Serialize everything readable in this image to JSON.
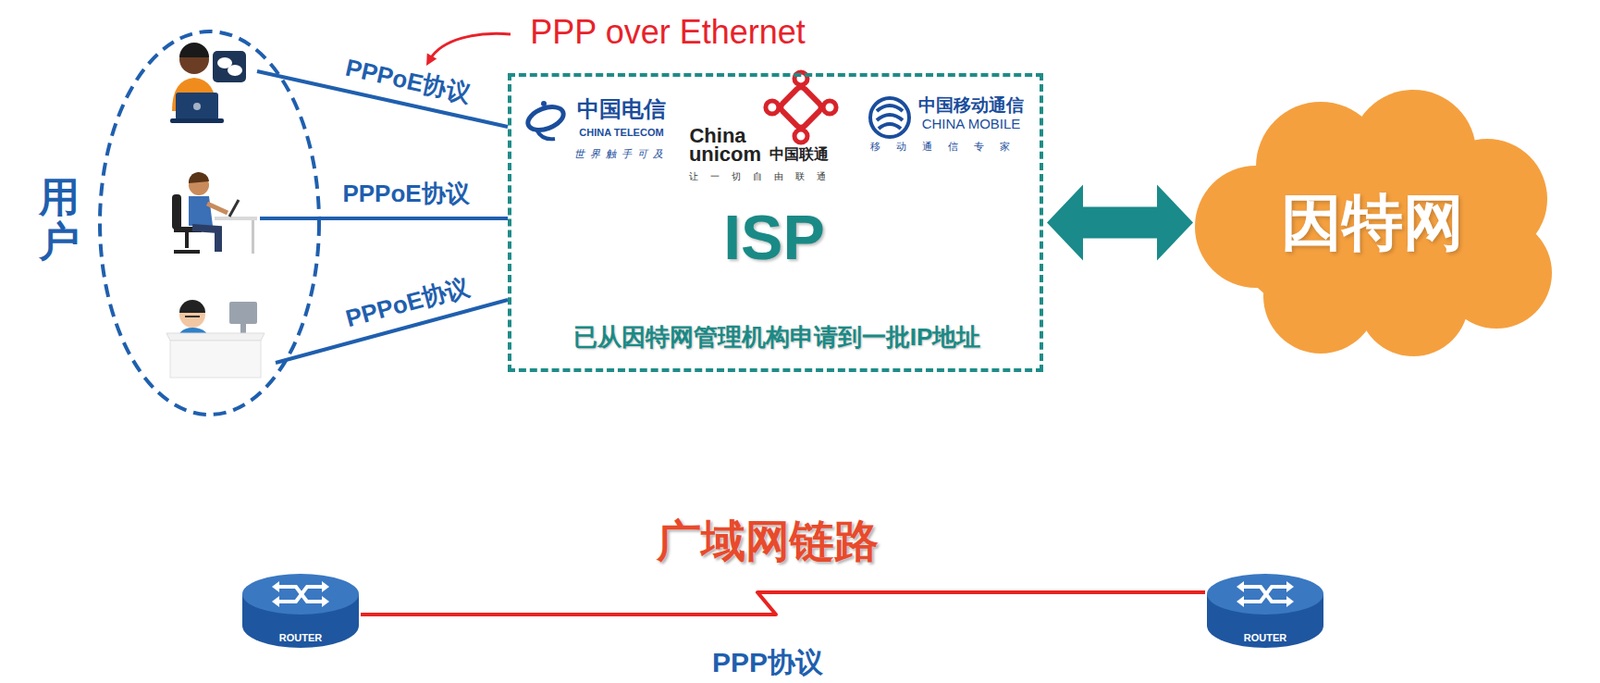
{
  "diagram": {
    "nodes": [
      {
        "text": [
          "用户"
        ]
      },
      {
        "text": [
          "ISP",
          "已从因特网管理机构申请到一批IP地址"
        ]
      },
      {
        "text": [
          "因特网"
        ]
      },
      {
        "text": [
          "ROUTER"
        ]
      },
      {
        "text": [
          "ROUTER"
        ]
      }
    ],
    "edges": [
      {
        "from": 0,
        "to": 1,
        "arrow": "none",
        "label": "PPPoE协议"
      },
      {
        "from": 0,
        "to": 1,
        "arrow": "none",
        "label": "PPPoE协议"
      },
      {
        "from": 0,
        "to": 1,
        "arrow": "none",
        "label": "PPPoE协议"
      },
      {
        "from": 1,
        "to": 2,
        "arrow": "both"
      },
      {
        "from": 3,
        "to": 4,
        "arrow": "none",
        "label": "PPP协议"
      }
    ],
    "labels": [
      "PPP over Ethernet",
      "中国电信",
      "CHINA TELECOM",
      "世界触手可及",
      "China",
      "unicom",
      "中国联通",
      "让一切自由联通",
      "中国移动通信",
      "CHINA MOBILE",
      "移动通信专家",
      "广域网链路"
    ]
  }
}
